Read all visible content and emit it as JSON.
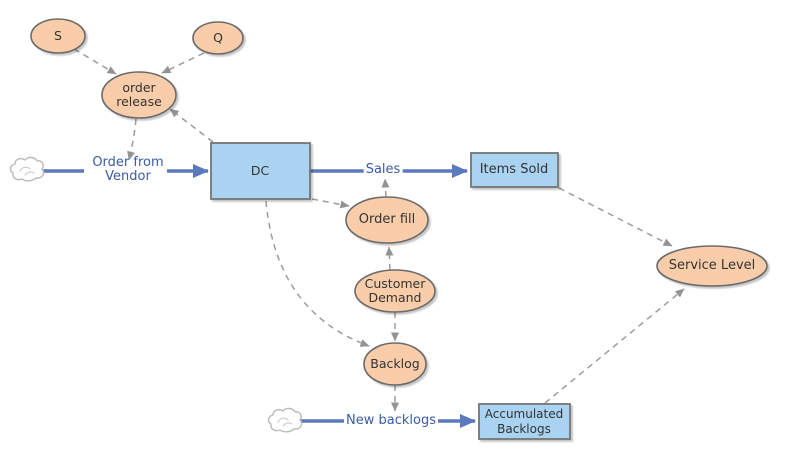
{
  "colors": {
    "node_fill": "#F9CDA9",
    "node_border": "#6A6A6A",
    "stock_fill": "#A9D3F1",
    "stock_border": "#757575",
    "flow_blue": "#5B79BE",
    "flow_label_blue": "#3A5BA9",
    "link_gray": "#9C9C9C",
    "text_dark": "#333333",
    "background": "#FFFFFF"
  },
  "nodes": {
    "s": {
      "label": "S"
    },
    "q": {
      "label": "Q"
    },
    "order_release": {
      "line1": "order",
      "line2": "release"
    },
    "order_fill": {
      "label": "Order fill"
    },
    "customer_demand": {
      "line1": "Customer",
      "line2": "Demand"
    },
    "backlog": {
      "label": "Backlog"
    },
    "service_level": {
      "label": "Service Level"
    }
  },
  "stocks": {
    "dc": {
      "label": "DC"
    },
    "items_sold": {
      "label": "Items Sold"
    },
    "accumulated_backlogs": {
      "line1": "Accumulated",
      "line2": "Backlogs"
    }
  },
  "flows": {
    "order_from_vendor": {
      "line1": "Order from",
      "line2": "Vendor"
    },
    "sales": {
      "label": "Sales"
    },
    "new_backlogs": {
      "label": "New backlogs"
    }
  }
}
